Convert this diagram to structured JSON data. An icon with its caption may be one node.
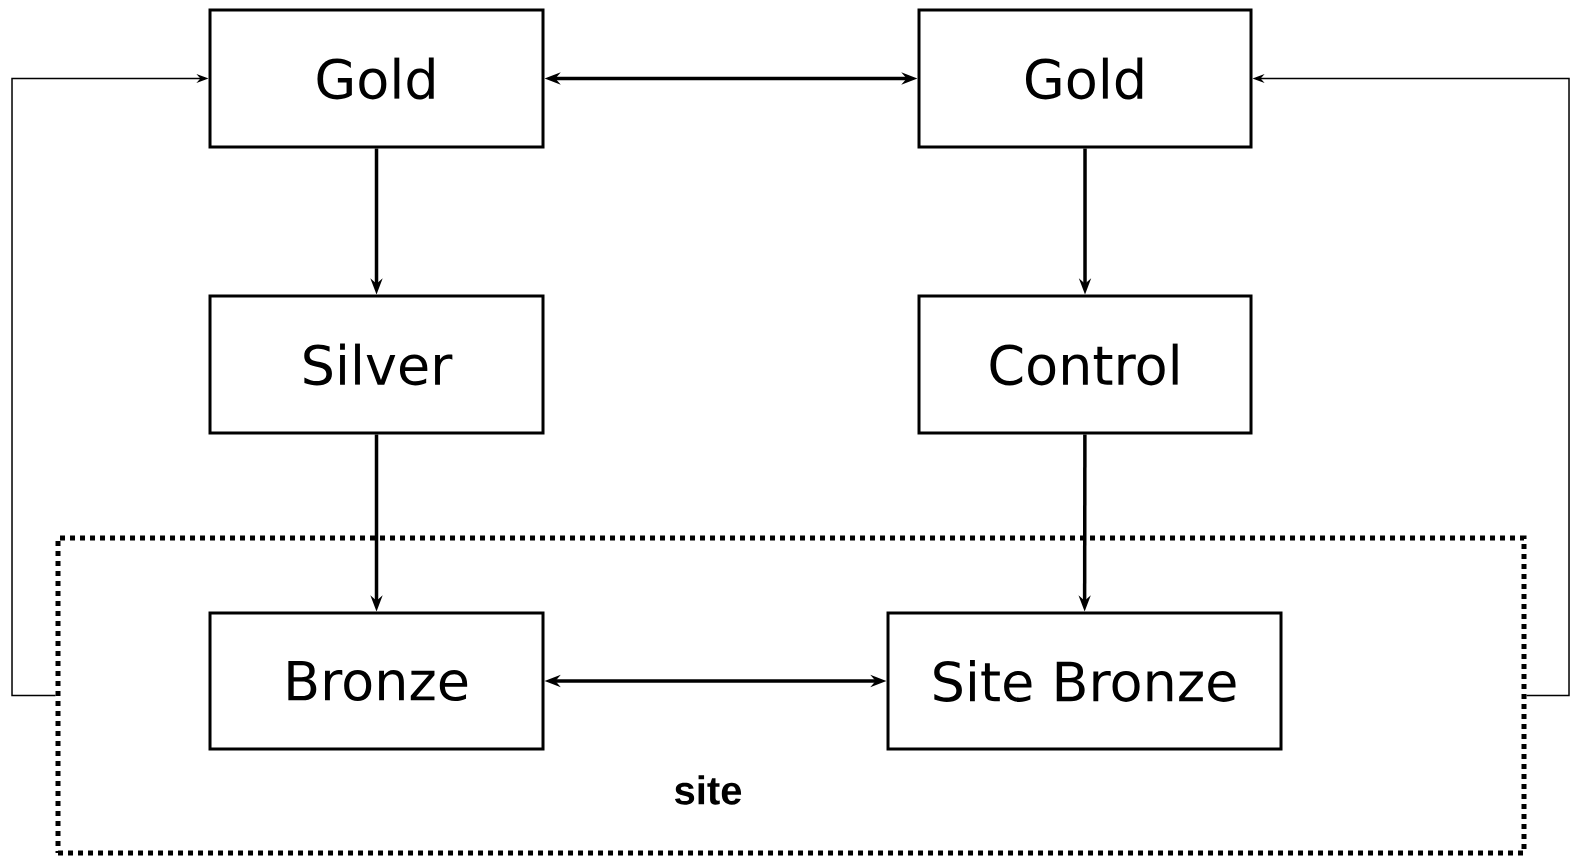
{
  "diagram": {
    "nodes": [
      {
        "text": [
          "site"
        ]
      },
      {
        "text": [
          "Gold"
        ]
      },
      {
        "text": [
          "Gold"
        ]
      },
      {
        "text": [
          "Silver"
        ]
      },
      {
        "text": [
          "Control"
        ]
      },
      {
        "text": [
          "Bronze"
        ],
        "in": 0
      },
      {
        "text": [
          "Site Bronze"
        ],
        "in": 0
      }
    ],
    "edges": [
      {
        "from": 1,
        "to": 2,
        "arrow": "both"
      },
      {
        "from": 1,
        "to": 3,
        "arrow": "to"
      },
      {
        "from": 2,
        "to": 4,
        "arrow": "to"
      },
      {
        "from": 3,
        "to": 5,
        "arrow": "to"
      },
      {
        "from": 4,
        "to": 6,
        "arrow": "to"
      },
      {
        "from": 5,
        "to": 6,
        "arrow": "both"
      },
      {
        "from": 0,
        "to": 1,
        "arrow": "to"
      },
      {
        "from": 0,
        "to": 2,
        "arrow": "to"
      }
    ]
  }
}
